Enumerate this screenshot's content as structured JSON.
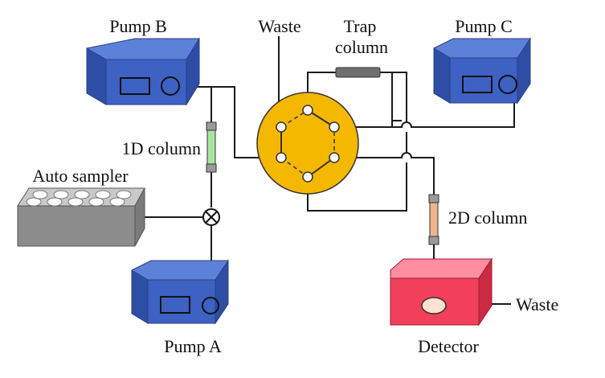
{
  "labels": {
    "pump_b": "Pump B",
    "pump_a": "Pump A",
    "pump_c": "Pump C",
    "waste_top": "Waste",
    "trap_line1": "Trap",
    "trap_line2": "column",
    "column_1d": "1D column",
    "auto_sampler": "Auto sampler",
    "column_2d": "2D column",
    "detector": "Detector",
    "waste_right": "Waste"
  },
  "colors": {
    "pump_front": "#3d62c4",
    "pump_top": "#5d80d8",
    "pump_side": "#2e4ea6",
    "valve": "#f5b800",
    "sampler_front": "#8c8c8c",
    "sampler_top": "#c9c9c9",
    "column_1d": "#a8e6a0",
    "column_2d": "#f0b48a",
    "trap_column": "#6f6f6f",
    "detector_front": "#f2405a",
    "detector_top": "#ff8ea0",
    "detector_side": "#cc2a44"
  }
}
